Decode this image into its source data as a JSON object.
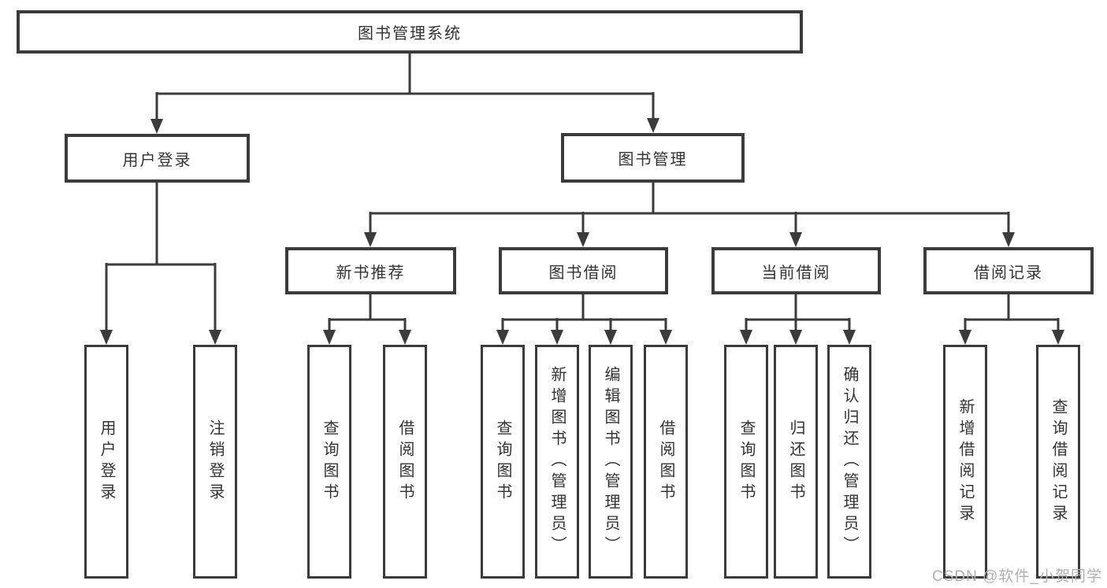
{
  "diagram": {
    "root": {
      "label": "图书管理系统"
    },
    "branches": [
      {
        "label": "用户登录",
        "children": [
          {
            "label": "用户登录"
          },
          {
            "label": "注销登录"
          }
        ]
      },
      {
        "label": "图书管理",
        "children": [
          {
            "label": "新书推荐",
            "children": [
              {
                "label": "查询图书"
              },
              {
                "label": "借阅图书"
              }
            ]
          },
          {
            "label": "图书借阅",
            "children": [
              {
                "label": "查询图书"
              },
              {
                "label": "新增图书（管理员）"
              },
              {
                "label": "编辑图书（管理员）"
              },
              {
                "label": "借阅图书"
              }
            ]
          },
          {
            "label": "当前借阅",
            "children": [
              {
                "label": "查询图书"
              },
              {
                "label": "归还图书"
              },
              {
                "label": "确认归还（管理员）"
              }
            ]
          },
          {
            "label": "借阅记录",
            "children": [
              {
                "label": "新增借阅记录"
              },
              {
                "label": "查询借阅记录"
              }
            ]
          }
        ]
      }
    ]
  },
  "watermark": {
    "text": "CSDN @软件_小贺同学"
  },
  "colors": {
    "line": "#3b3b3b",
    "text": "#333333",
    "box_fill": "#ffffff",
    "background": "#ffffff",
    "watermark": "#b0b0b0"
  }
}
